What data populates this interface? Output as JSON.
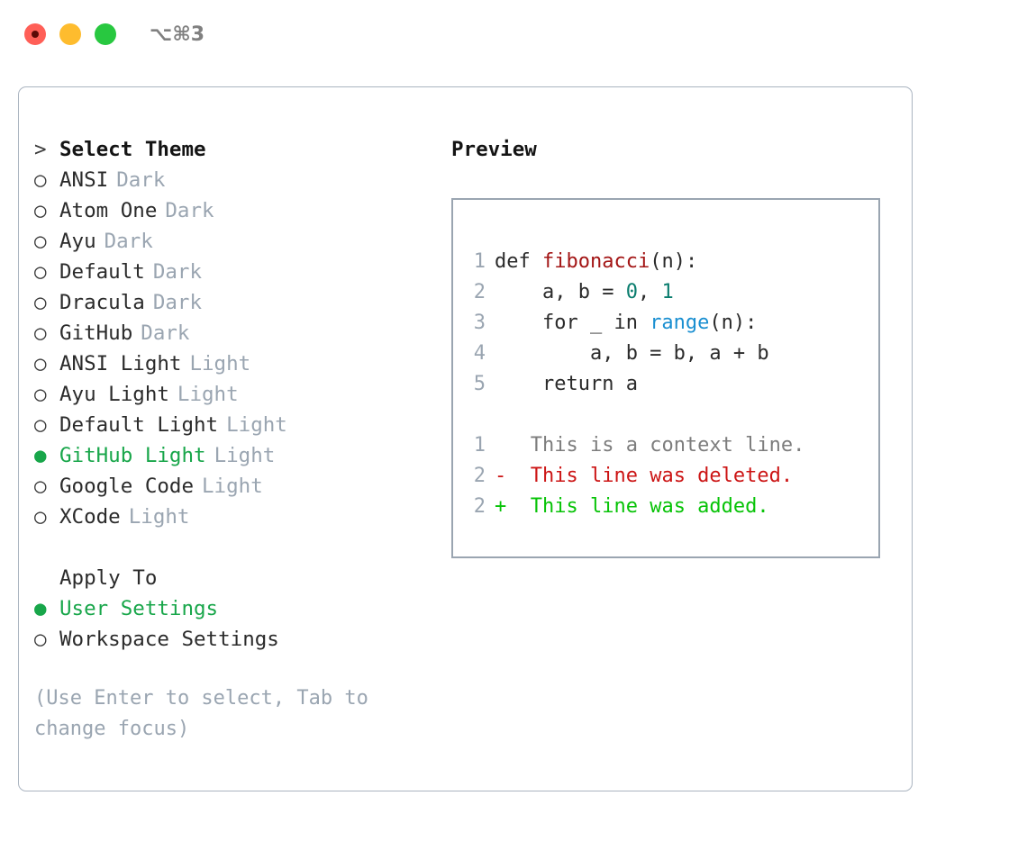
{
  "titlebar": {
    "shortcut": "⌥⌘3",
    "lights": [
      "close",
      "minimize",
      "maximize"
    ]
  },
  "theme_list": {
    "header_marker": ">",
    "header": "Select Theme",
    "items": [
      {
        "marker": "○",
        "label": "ANSI",
        "suffix": "Dark",
        "selected": false
      },
      {
        "marker": "○",
        "label": "Atom One",
        "suffix": "Dark",
        "selected": false
      },
      {
        "marker": "○",
        "label": "Ayu",
        "suffix": "Dark",
        "selected": false
      },
      {
        "marker": "○",
        "label": "Default",
        "suffix": "Dark",
        "selected": false
      },
      {
        "marker": "○",
        "label": "Dracula",
        "suffix": "Dark",
        "selected": false
      },
      {
        "marker": "○",
        "label": "GitHub",
        "suffix": "Dark",
        "selected": false
      },
      {
        "marker": "○",
        "label": "ANSI Light",
        "suffix": "Light",
        "selected": false
      },
      {
        "marker": "○",
        "label": "Ayu Light",
        "suffix": "Light",
        "selected": false
      },
      {
        "marker": "○",
        "label": "Default Light",
        "suffix": "Light",
        "selected": false
      },
      {
        "marker": "●",
        "label": "GitHub Light",
        "suffix": "Light",
        "selected": true
      },
      {
        "marker": "○",
        "label": "Google Code",
        "suffix": "Light",
        "selected": false
      },
      {
        "marker": "○",
        "label": "XCode",
        "suffix": "Light",
        "selected": false
      }
    ]
  },
  "apply_to": {
    "header": "Apply To",
    "items": [
      {
        "marker": "●",
        "label": "User Settings",
        "selected": true
      },
      {
        "marker": "○",
        "label": "Workspace Settings",
        "selected": false
      }
    ]
  },
  "hint": "(Use Enter to select, Tab to change focus)",
  "preview": {
    "title": "Preview",
    "code_lines": [
      {
        "num": "1",
        "parts": [
          {
            "t": "def ",
            "cls": "code-text"
          },
          {
            "t": "fibonacci",
            "cls": "tok-fn"
          },
          {
            "t": "(n):",
            "cls": "code-text"
          }
        ]
      },
      {
        "num": "2",
        "parts": [
          {
            "t": "    a, b = ",
            "cls": "code-text"
          },
          {
            "t": "0",
            "cls": "tok-num"
          },
          {
            "t": ", ",
            "cls": "code-text"
          },
          {
            "t": "1",
            "cls": "tok-num"
          }
        ]
      },
      {
        "num": "3",
        "parts": [
          {
            "t": "    for _ in ",
            "cls": "code-text"
          },
          {
            "t": "range",
            "cls": "tok-kw"
          },
          {
            "t": "(n):",
            "cls": "code-text"
          }
        ]
      },
      {
        "num": "4",
        "parts": [
          {
            "t": "        a, b = b, a + b",
            "cls": "code-text"
          }
        ]
      },
      {
        "num": "5",
        "parts": [
          {
            "t": "    return a",
            "cls": "code-text"
          }
        ]
      }
    ],
    "diff_lines": [
      {
        "num": "1",
        "sign": " ",
        "text": "This is a context line.",
        "cls": "diff-ctx"
      },
      {
        "num": "2",
        "sign": "-",
        "text": "This line was deleted.",
        "cls": "diff-del"
      },
      {
        "num": "2",
        "sign": "+",
        "text": "This line was added.",
        "cls": "diff-add"
      }
    ]
  },
  "colors": {
    "accent_green": "#18a64a",
    "muted": "#9aa5b1",
    "border": "#aab4c0",
    "diff_add": "#07c307",
    "diff_del": "#cc1515",
    "syntax_function": "#a31515",
    "syntax_number": "#0a7d6e",
    "syntax_keyword": "#1a8fd1"
  }
}
